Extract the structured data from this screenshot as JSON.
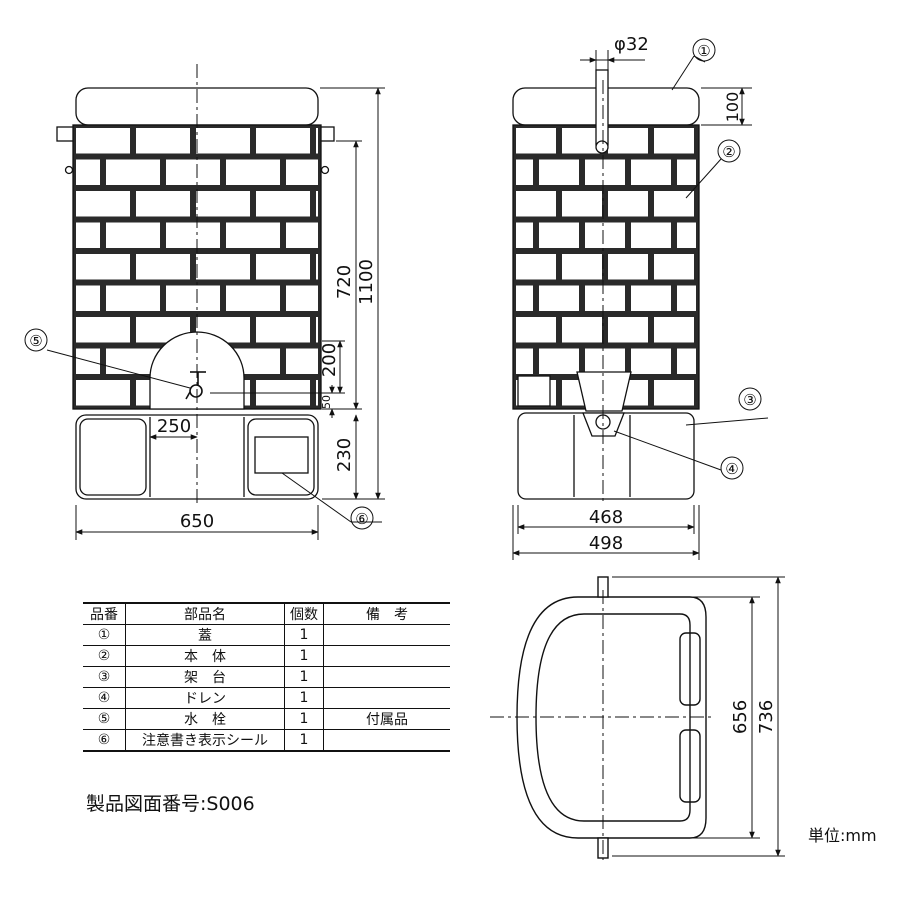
{
  "dimensions": {
    "front_width": "650",
    "faucet_offset": "250",
    "height_720": "720",
    "height_1100": "1100",
    "height_200": "200",
    "height_50": "50",
    "height_230": "230",
    "lid_height": "100",
    "pipe_diameter": "φ32",
    "side_inner_width": "468",
    "side_outer_width": "498",
    "top_inner_depth": "656",
    "top_outer_depth": "736"
  },
  "callouts": {
    "c1": "①",
    "c2": "②",
    "c3": "③",
    "c4": "④",
    "c5": "⑤",
    "c6": "⑥"
  },
  "parts_table": {
    "headers": [
      "品番",
      "部品名",
      "個数",
      "備　考"
    ],
    "rows": [
      {
        "no": "①",
        "name": "蓋",
        "qty": "1",
        "note": ""
      },
      {
        "no": "②",
        "name": "本　体",
        "qty": "1",
        "note": ""
      },
      {
        "no": "③",
        "name": "架　台",
        "qty": "1",
        "note": ""
      },
      {
        "no": "④",
        "name": "ドレン",
        "qty": "1",
        "note": ""
      },
      {
        "no": "⑤",
        "name": "水　栓",
        "qty": "1",
        "note": "付属品"
      },
      {
        "no": "⑥",
        "name": "注意書き表示シール",
        "qty": "1",
        "note": ""
      }
    ]
  },
  "drawing_number": "製品図面番号:S006",
  "unit_label": "単位:mm"
}
